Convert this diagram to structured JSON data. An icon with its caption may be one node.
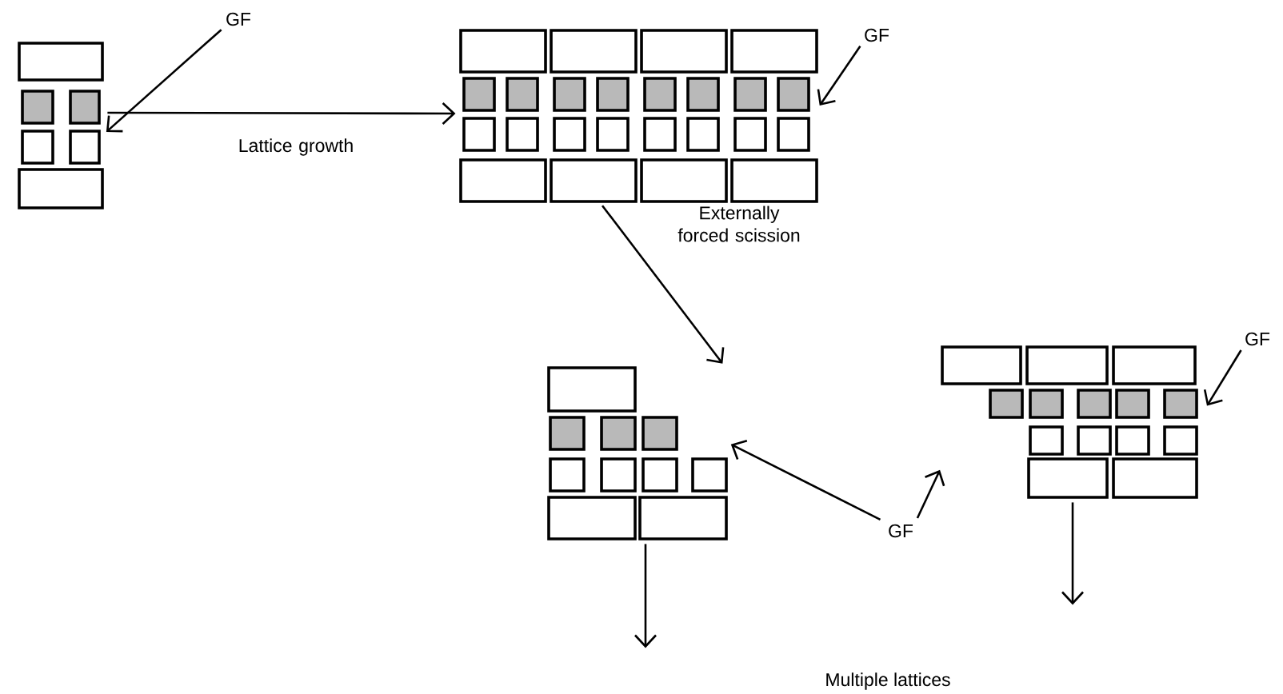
{
  "diagram": {
    "nodes": [
      {
        "text": [],
        "shape": "picture"
      },
      {
        "text": [
          "GF"
        ]
      },
      {
        "text": [],
        "shape": "picture"
      },
      {
        "text": [
          "GF"
        ]
      },
      {
        "text": [],
        "shape": "picture"
      },
      {
        "text": [],
        "shape": "picture"
      },
      {
        "text": [
          "GF"
        ]
      },
      {
        "text": [
          "GF"
        ]
      }
    ],
    "edges": [
      {
        "from": 1,
        "to": 0,
        "arrow": "to"
      },
      {
        "from": 0,
        "to": 2,
        "arrow": "to",
        "label": "Lattice growth"
      },
      {
        "from": 3,
        "to": 2,
        "arrow": "to"
      },
      {
        "from": 2,
        "to": 4,
        "arrow": "to",
        "label": "Externally forced scission"
      },
      {
        "from": 7,
        "to": 4,
        "arrow": "to"
      },
      {
        "from": 7,
        "to": 5,
        "arrow": "to"
      },
      {
        "from": 6,
        "to": 5,
        "arrow": "to"
      },
      {
        "from": 4,
        "to": null,
        "arrow": "to"
      },
      {
        "from": 5,
        "to": null,
        "arrow": "to"
      }
    ],
    "labels": [
      "Multiple lattices"
    ]
  }
}
